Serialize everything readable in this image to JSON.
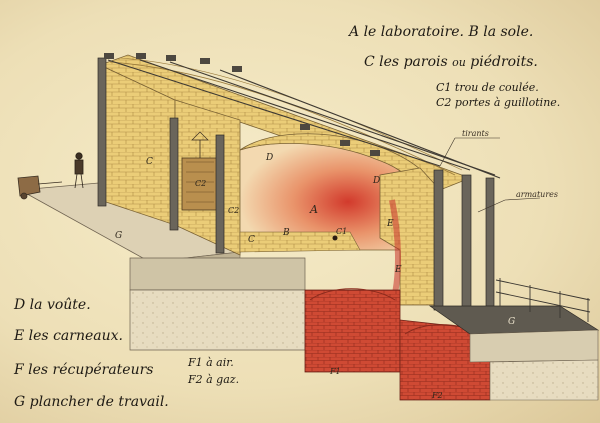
{
  "legend": {
    "line_a_key": "A",
    "line_a_text": "le laboratoire.",
    "line_b_key": "B",
    "line_b_text": "la sole.",
    "line_c_key": "C",
    "line_c_text": "les parois",
    "line_c_or": "ou",
    "line_c_text2": "piédroits.",
    "line_c1": "C1 trou de coulée.",
    "line_c2": "C2 portes à guillotine.",
    "line_d": "D la voûte.",
    "line_e": "E les carneaux.",
    "line_f": "F les récupérateurs",
    "line_f1": "F1 à air.",
    "line_f2": "F2 à gaz.",
    "line_g": "G plancher de travail."
  },
  "annotations": {
    "tirants": "tirants",
    "armatures": "armatures"
  },
  "figure_labels": {
    "a": "A",
    "b": "B",
    "c_left": "C",
    "c_front": "C",
    "c1": "C1",
    "c2_upper": "C2",
    "c2_lower": "C2",
    "d_top": "D",
    "d_right": "D",
    "e_upper": "E",
    "e_lower": "E",
    "f1": "F1",
    "f2": "F2",
    "g_left": "G",
    "g_right": "G"
  },
  "colors": {
    "paper": "#efe3bd",
    "brick": "#e8c76a",
    "brick_line": "#a8863e",
    "ink": "#1e1a14",
    "heat_red": "#c8322a",
    "steel": "#5e5a52"
  }
}
